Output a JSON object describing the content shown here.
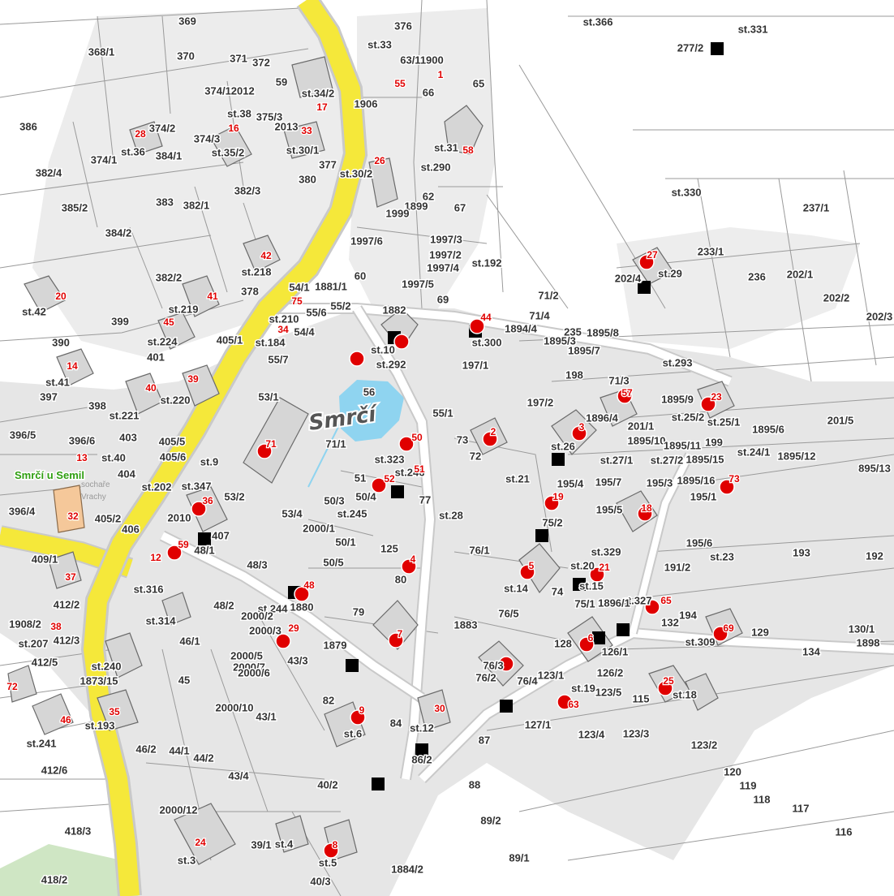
{
  "map": {
    "place_name": "Smrčí",
    "cadastral_area": "Smrčí u Semil",
    "faint_labels": [
      "sochaře",
      "Vrachy"
    ],
    "colors": {
      "road": "#f5e83a",
      "road_edge": "#c9c9c9",
      "building": "#d6d6d6",
      "pond": "#8fd4f0",
      "marker": "#e00000",
      "parcel_line": "#9a9a9a",
      "built_area": "#e4e4e4",
      "meadow": "#cfe6c4",
      "highlight_building": "#f5c89a"
    }
  },
  "parcels": [
    "369",
    "368/1",
    "370",
    "371",
    "372",
    "374/12012",
    "374/2",
    "374/3",
    "374/1",
    "386",
    "384/1",
    "382/4",
    "385/2",
    "384/2",
    "383",
    "382/1",
    "382/3",
    "380",
    "377",
    "376",
    "st.33",
    "63/11900",
    "65",
    "66",
    "st.31",
    "st.290",
    "1899",
    "1999",
    "62",
    "67",
    "1997/3",
    "1997/2",
    "1997/4",
    "1997/5",
    "1997/6",
    "60",
    "59",
    "st.34/2",
    "375/3",
    "2013",
    "1906",
    "st.30/2",
    "st.30/1",
    "st.35/2",
    "st.36",
    "st.38",
    "st.366",
    "277/2",
    "st.331",
    "st.330",
    "237/1",
    "233/1",
    "236",
    "202/1",
    "202/2",
    "202/3",
    "202/4",
    "st.29",
    "st.192",
    "69",
    "71/4",
    "71/2",
    "1894/4",
    "1895/3",
    "1895/7",
    "1895/8",
    "235",
    "st.300",
    "st.293",
    "198",
    "197/2",
    "197/1",
    "71/3",
    "1895/9",
    "st.25/2",
    "st.25/1",
    "1895/6",
    "201/5",
    "201/1",
    "1895/10",
    "1895/11",
    "199",
    "st.24/1",
    "1895/12",
    "895/13",
    "1896/4",
    "st.26",
    "st.27/1",
    "st.27/2",
    "1895/15",
    "1895/16",
    "195/7",
    "195/4",
    "195/5",
    "195/3",
    "195/1",
    "st.329",
    "195/6",
    "st.23",
    "193",
    "192",
    "191/2",
    "194",
    "129",
    "130/1",
    "1898",
    "134",
    "132",
    "st.309",
    "st.327",
    "1896/1",
    "128",
    "126/1",
    "126/2",
    "123/5",
    "123/4",
    "123/3",
    "123/2",
    "120",
    "119",
    "118",
    "117",
    "116",
    "115",
    "st.18",
    "st.19",
    "127/1",
    "123/1",
    "76/4",
    "76/2",
    "76/5",
    "76/1",
    "76/3",
    "st.14",
    "st.15",
    "st.20",
    "74",
    "75/1",
    "75/2",
    "st.21",
    "73",
    "72",
    "st.28",
    "77",
    "1883",
    "125",
    "79",
    "80",
    "st.10",
    "st.292",
    "1882",
    "56",
    "55/1",
    "71/1",
    "st.323",
    "st.246",
    "51",
    "50/4",
    "st.245",
    "50/1",
    "50/5",
    "50/3",
    "2000/1",
    "53/4",
    "53/1",
    "53/2",
    "st.347",
    "2010",
    "st.202",
    "405/6",
    "405/5",
    "405/2",
    "406",
    "407",
    "48/1",
    "48/2",
    "48/3",
    "1880",
    "st.244",
    "2000/2",
    "2000/3",
    "2000/5",
    "2000/7",
    "2000/6",
    "43/3",
    "1879",
    "46/1",
    "45",
    "st.314",
    "st.316",
    "409/1",
    "412/2",
    "1908/2",
    "412/3",
    "412/5",
    "st.207",
    "1873/15",
    "st.240",
    "st.193",
    "st.241",
    "412/6",
    "46/2",
    "44/1",
    "44/2",
    "2000/10",
    "43/1",
    "82",
    "84",
    "st.6",
    "st.12",
    "86/2",
    "87",
    "88",
    "89/2",
    "89/1",
    "1884/2",
    "40/2",
    "43/4",
    "2000/12",
    "st.3",
    "39/1",
    "st.4",
    "st.5",
    "40/3",
    "418/3",
    "418/2",
    "396/5",
    "396/6",
    "396/4",
    "404",
    "st.40",
    "st.42",
    "390",
    "st.41",
    "397",
    "398",
    "st.221",
    "403",
    "401",
    "st.220",
    "st.9",
    "399",
    "st.224",
    "st.219",
    "382/2",
    "378",
    "st.218",
    "st.210",
    "st.184",
    "55/6",
    "54/4",
    "55/7",
    "55/2",
    "54/1",
    "1881/1",
    "405/1"
  ],
  "house_numbers": [
    "1",
    "2",
    "3",
    "4",
    "5",
    "6",
    "7",
    "8",
    "9",
    "12",
    "13",
    "14",
    "16",
    "17",
    "18",
    "19",
    "20",
    "21",
    "23",
    "24",
    "25",
    "26",
    "27",
    "28",
    "29",
    "30",
    "32",
    "33",
    "34",
    "35",
    "36",
    "37",
    "38",
    "39",
    "40",
    "41",
    "42",
    "44",
    "45",
    "46",
    "48",
    "50",
    "51",
    "52",
    "55",
    "57",
    "58",
    "59",
    "63",
    "65",
    "69",
    "71",
    "72",
    "73",
    "75"
  ]
}
